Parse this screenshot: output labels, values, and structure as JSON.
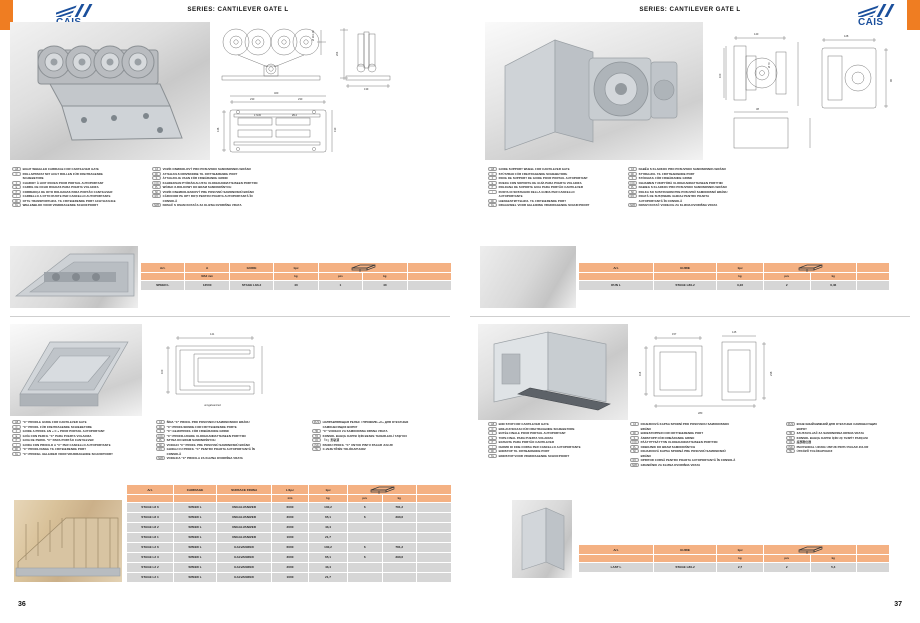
{
  "document": {
    "series_title": "SERIES: CANTILEVER GATE L",
    "brand": "CAIS",
    "page_left": "36",
    "page_right": "37"
  },
  "sections": {
    "top_left": {
      "title_en": "EIGHT WHEELED CARRIAGE FOR CANTILEVER GATE",
      "langs_col1": [
        {
          "code": "GB",
          "text": "EIGHT WHEELED CARRIAGE FOR CANTILEVER GATE"
        },
        {
          "code": "D",
          "text": "ROLLAPPARAT MIT ACHT ROLLEN FÜR FREITRAGENDE"
        },
        {
          "code": "",
          "text": "SCHIEBETORE"
        },
        {
          "code": "F",
          "text": "CHARIOT À HUIT ROUES POUR PORTAIL AUTOPORTANT"
        },
        {
          "code": "E",
          "text": "CARRIL DE OCHO RUEDAS PARA PUERTA VOLADIZA"
        },
        {
          "code": "P",
          "text": "CORREDIÇA DE OITO ROLDANAS PARA PORTÃO CANTILEVER"
        },
        {
          "code": "I",
          "text": "CARRELLO A OTTO RUOTE PER CANCELLO AUTOPORTANTE"
        },
        {
          "code": "DK",
          "text": "OTTE TRANSPORTHJUL TIL FRITBÆRENDE PORT ACHTHJULIGE"
        },
        {
          "code": "NL",
          "text": "WIELENBLOK VOOR VRIJDRAGENDE SCHUIFPOORT"
        }
      ],
      "langs_col2": [
        {
          "code": "CZ",
          "text": "VOZÍK OSMIKOLOVÝ PRO POSUVNOU SAMONOSNOU BRÁNU"
        },
        {
          "code": "DK",
          "text": "ATTEHJULS DRIVSKINNE TIL FRITTBÆRENDE PORT"
        },
        {
          "code": "S",
          "text": "ÅTTAHJULIG VAGN FÖR FRIBÄRANDE GRIND"
        },
        {
          "code": "FIN",
          "text": "KAHDEKSAN PYÖRÄN ALUSTA ULOKEKANNATTEISEEN PORTTIIN"
        },
        {
          "code": "PL",
          "text": "WÓZEK 8-ROLKOWY DO BRAM SAMONOŚNYCH"
        },
        {
          "code": "SK",
          "text": "VOZÍK OSEMKOLIESKOVÝ PRE POSUVNÚ SAMONOSNÚ BRÁNU"
        },
        {
          "code": "RO",
          "text": "CĂRUCIOR PE OPT ROȚI PENTRU POARTA AUTOPORTANTĂ ÎN"
        },
        {
          "code": "",
          "text": "CONSOLĂ"
        },
        {
          "code": "SRB",
          "text": "NOSAČ S OSAM KOTAČA ZA KLIZNA DVORIŠNA VRATA"
        }
      ],
      "table": {
        "columns": [
          "Art.",
          "A",
          "GUIDE",
          "1pc",
          "",
          ""
        ],
        "subunits": [
          "",
          "MAX mm",
          "",
          "kg",
          "pcs",
          "kg"
        ],
        "rows": [
          [
            "SPEED L",
            "13500",
            "STAGE L8/L2",
            "40",
            "1",
            "40"
          ]
        ]
      }
    },
    "top_right": {
      "title_en": "GUIDE SUPPORT WHEEL FOR CANTILEVER GATE",
      "langs_col1": [
        {
          "code": "GB",
          "text": "GUIDE SUPPORT WHEEL FOR CANTILEVER GATE"
        },
        {
          "code": "D",
          "text": "STÜTZRAD FÜR FREITRAGENDE SCHIEBETORE"
        },
        {
          "code": "F",
          "text": "ROUE DE SUPPORT DE GUIDE POUR PORTAIL AUTOPORTANT"
        },
        {
          "code": "E",
          "text": "RUEDA CON SOPORTE DE GUÍA PARA PUERTA VOLADIZA"
        },
        {
          "code": "P",
          "text": "ROLDANA DE SUPORTE GUIA PARA PORTÃO CANTILEVER"
        },
        {
          "code": "I",
          "text": "RUOTA DI SOSTEGNO DELLA GUIDA PER CANCELLO"
        },
        {
          "code": "",
          "text": "AUTOPORTANTE"
        },
        {
          "code": "DK",
          "text": "HÆNGESTØTTEHJUL TIL FRITBÆRENDE PORT"
        },
        {
          "code": "NL",
          "text": "DRAAGWIEL VOOR GELEIDING VRIJDRAGENDE SCHUIFPOORT"
        }
      ],
      "langs_col2": [
        {
          "code": "CZ",
          "text": "NABĚH S KLADKOU PRO POSUVNOU SAMONOSNOU BRÁNU"
        },
        {
          "code": "DK",
          "text": "STYREHJUL TIL FRITTBÆRENDE PORT"
        },
        {
          "code": "S",
          "text": "STÖDHJUL FÖR FRIBÄRANDE GRIND"
        },
        {
          "code": "FIN",
          "text": "OHJAIMEN TUKIPYÖRÄ ULOKEKANNATTEISEEN PORTTIIN"
        },
        {
          "code": "PL",
          "text": "NABIEG S KLADKOU PRO POSUVNOU SAMONOSNOU BRÁNU"
        },
        {
          "code": "SK",
          "text": "ROLKA SO SUSTRUHOM PRE POSUVNÚ SAMONOSNÚ BRÁNU"
        },
        {
          "code": "RO",
          "text": "ROATĂ DE SUSȚINERE GHIDAJ PENTRU POARTA"
        },
        {
          "code": "",
          "text": "AUTOPORTANTĂ ÎN CONSOLĂ"
        },
        {
          "code": "SRB",
          "text": "NOSIVI KOTAČ VODILICE ZA KLIZNA DVORIŠNA VRATA"
        }
      ],
      "table": {
        "columns": [
          "Art.",
          "GUIDE",
          "1pc",
          "",
          ""
        ],
        "subunits": [
          "",
          "",
          "kg",
          "pcs",
          "kg"
        ],
        "rows": [
          [
            "RUN L",
            "STAGE L8/L2",
            "3,23",
            "2",
            "6,46"
          ]
        ]
      }
    },
    "bottom_left": {
      "title_en": "\"C\" PROFILE GUIDE FOR CANTILEVER GATE",
      "langs_col1": [
        {
          "code": "GB",
          "text": "\"C\" PROFILE GUIDE FOR CANTILEVER GATE"
        },
        {
          "code": "D",
          "text": "\"C\" PROFIL FÜR FREITRAGENDE SCHIEBETORE"
        },
        {
          "code": "F",
          "text": "GUIDE A PROFIL EN « C » POUR PORTAIL AUTOPORTANT"
        },
        {
          "code": "E",
          "text": "GUÍA CON PERFIL \"C\" PARA PUERTA VOLADIZA"
        },
        {
          "code": "P",
          "text": "GUIA DE PERFIL \"C\" PARA PORTÃO CANTILEVER"
        },
        {
          "code": "I",
          "text": "GUIDA CON PROFILO A \"C\" PER CANCELLO AUTOPORTANTE"
        },
        {
          "code": "DK",
          "text": "\"C\" PROFILVANGE TIL FRITBÆRENDE PORT"
        },
        {
          "code": "NL",
          "text": "\"C\"-PROFIEL GELEIDER VOOR VRIJDRAGENDE SCHUIFPOORT"
        }
      ],
      "langs_col2": [
        {
          "code": "CZ",
          "text": "ŠÍNA \"C\" PROFIL PRO POSUVNOU SAMONOSNOU BRÁNU"
        },
        {
          "code": "DK",
          "text": "\"C\"-PROFILSKINNE FOR FRITTBÆRENDE PORTE"
        },
        {
          "code": "S",
          "text": "\"C\"-GEJDPROFIL FÖR FRIBÄRANDE GRIND"
        },
        {
          "code": "FIN",
          "text": "\"C\"-PROFIILIJOHDE ULOKEKANNATTEISEEN PORTTIIN"
        },
        {
          "code": "PL",
          "text": "SZYNA DO BRAM SAMONOŚNYCH"
        },
        {
          "code": "SK",
          "text": "VODIACI \"C\" PROFIL PRE POSUVNÚ SAMONOSNÚ BRÁNU"
        },
        {
          "code": "RO",
          "text": "GHIDAJ CU PROFIL \"C\" PENTRU POARTA AUTOPORTANTĂ ÎN"
        },
        {
          "code": "",
          "text": "CONSOLĂ"
        },
        {
          "code": "SRB",
          "text": "VODILICA \"C\" PROFILA ZA KLIZNA DVORIŠNA VRATA"
        }
      ],
      "langs_col3": [
        {
          "code": "RUS",
          "text": "НАПРАВЛЯЮЩАЯ РЕЛЬС / ПРОФИЛЬ «С» ДЛЯ ОТКАТНЫХ"
        },
        {
          "code": "",
          "text": "САМОНЕСУЩИХ ВОРОТ"
        },
        {
          "code": "HR",
          "text": "\"C\" VODILICI ZA SAMONOSNA DRSNA VRATA"
        },
        {
          "code": "TR",
          "text": "KONSOL BAHÇE KAPISI İÇİN BENZE TEKERLEKLİ TAŞIYICI"
        },
        {
          "code": "CN",
          "text": "「C」形轨道"
        },
        {
          "code": "IND",
          "text": "PANDU PROFIL \"C\" UNTUK PINTU PAGAR JULUR"
        },
        {
          "code": "HU",
          "text": "C-VEZETŐSÍN TOLÓKAPUHOZ"
        }
      ],
      "table": {
        "columns": [
          "Art.",
          "CARRIAGE",
          "SURFACE FINISH",
          "L/1pc",
          "1pc",
          "",
          ""
        ],
        "subunits": [
          "",
          "",
          "",
          "mm",
          "kg",
          "pcs",
          "kg"
        ],
        "rows": [
          [
            "STAGE L8 6",
            "SPEED L",
            "UNGALVANIZED",
            "6000",
            "130,2",
            "6",
            "781,2"
          ],
          [
            "STAGE L8 3",
            "SPEED L",
            "UNGALVANIZED",
            "3000",
            "65,1",
            "6",
            "390,6"
          ],
          [
            "STAGE L8 2",
            "SPEED L",
            "UNGALVANIZED",
            "2000",
            "43,4",
            "",
            ""
          ],
          [
            "STAGE L8 1",
            "SPEED L",
            "UNGALVANIZED",
            "1000",
            "21,7",
            "",
            ""
          ],
          [
            "STAGE L2 6",
            "SPEED L",
            "GALVANIZED",
            "6000",
            "130,2",
            "6",
            "781,2"
          ],
          [
            "STAGE L2 3",
            "SPEED L",
            "GALVANIZED",
            "3000",
            "65,1",
            "6",
            "390,6"
          ],
          [
            "STAGE L2 2",
            "SPEED L",
            "GALVANIZED",
            "2000",
            "43,4",
            "",
            ""
          ],
          [
            "STAGE L2 1",
            "SPEED L",
            "GALVANIZED",
            "1000",
            "21,7",
            "",
            ""
          ]
        ]
      }
    },
    "bottom_right": {
      "title_en": "END STOP FOR CANTILEVER GATE",
      "langs_col1": [
        {
          "code": "GB",
          "text": "END STOP FOR CANTILEVER GATE"
        },
        {
          "code": "D",
          "text": "EINLAUFSCHUH FÜR FREITRAGENDE SCHIEBETORE"
        },
        {
          "code": "F",
          "text": "BUTÉE FINALE POUR PORTAIL AUTOPORTANT"
        },
        {
          "code": "E",
          "text": "TOPE FINAL PARA PUERTA VOLADIZA"
        },
        {
          "code": "P",
          "text": "BATENTE PARA PORTÃO CANTILEVER"
        },
        {
          "code": "I",
          "text": "FERMO DI FINE CORSA PER CANCELLO AUTOPORTANTE"
        },
        {
          "code": "DK",
          "text": "ENDSTOP TIL FRITBÆRENDE PORT"
        },
        {
          "code": "NL",
          "text": "EINDSTOP VOOR VRIJDRAGENDE SCHUIFPOORT"
        }
      ],
      "langs_col2": [
        {
          "code": "CZ",
          "text": "DOJEZDOVÁ KAPSA SPODNÍ PRO POSUVNOU SAMONOSNOU"
        },
        {
          "code": "",
          "text": "BRÁNU"
        },
        {
          "code": "DK",
          "text": "ENDESTOPPER FOR FRITTBÆRENDE PORT"
        },
        {
          "code": "S",
          "text": "ÄNDSTOPP FÖR FRIBÄRANDE GRIND"
        },
        {
          "code": "FIN",
          "text": "PÄÄTYPYSÄYTTIN ULOKEKANNATTEISEEN PORTTIIN"
        },
        {
          "code": "PL",
          "text": "ODBOJNIK DO BRAM SAMONOŚNYCH"
        },
        {
          "code": "SK",
          "text": "DOJAZDOVÁ KAPSA SPODNÁ PRE POSUVNÚ SAMONOSNÚ"
        },
        {
          "code": "",
          "text": "BRÁNU"
        },
        {
          "code": "RO",
          "text": "OPRITOR CURSĂ PENTRU POARTA AUTOPORTANTĂ ÎN CONSOLĂ"
        },
        {
          "code": "SRB",
          "text": "GRANIČNIK ZA KLIZNA DVORIŠNA VRATA"
        }
      ],
      "langs_col3": [
        {
          "code": "RUS",
          "text": "КОНЕЧНЫЙ/НИЖНИЙ ДЛЯ ОТКАТНЫХ САМОНЕСУЩИХ"
        },
        {
          "code": "",
          "text": "ВОРОТ"
        },
        {
          "code": "HR",
          "text": "ZAUSTAVLJAČ ZA SAMONOSNA DRSNA VRATA"
        },
        {
          "code": "TR",
          "text": "KONSOL BAHÇE KAPISI İÇİN UÇ TESPİT PARÇASI"
        },
        {
          "code": "CN",
          "text": "底部限位器"
        },
        {
          "code": "IND",
          "text": "PENYENDAL UJUNG UNTUK PINTU PAGAR JULUR"
        },
        {
          "code": "HU",
          "text": "ÜTKÖZŐ TOLÓKAPUHOZ"
        }
      ],
      "table": {
        "columns": [
          "Art.",
          "GUIDE",
          "1pc",
          "",
          ""
        ],
        "subunits": [
          "",
          "",
          "kg",
          "pcs",
          "kg"
        ],
        "rows": [
          [
            "LAST L",
            "STAGE L8/L2",
            "2,7",
            "2",
            "5,4"
          ]
        ]
      }
    }
  },
  "drawings": {
    "top_left_dims": [
      "460",
      "230",
      "230",
      "17x30",
      "Ø14",
      "130",
      "146",
      "Ø 113,18",
      "204",
      "130",
      "139",
      "31"
    ],
    "top_right_dims": [
      "140",
      "100",
      "Ø 70",
      "38",
      "140",
      "128",
      "Ø 18",
      "96"
    ],
    "bottom_left_dims": [
      "141",
      "100",
      "unngalvanized",
      "126"
    ],
    "bottom_right_dims": [
      "157",
      "118",
      "145",
      "238",
      "280",
      "68"
    ]
  }
}
